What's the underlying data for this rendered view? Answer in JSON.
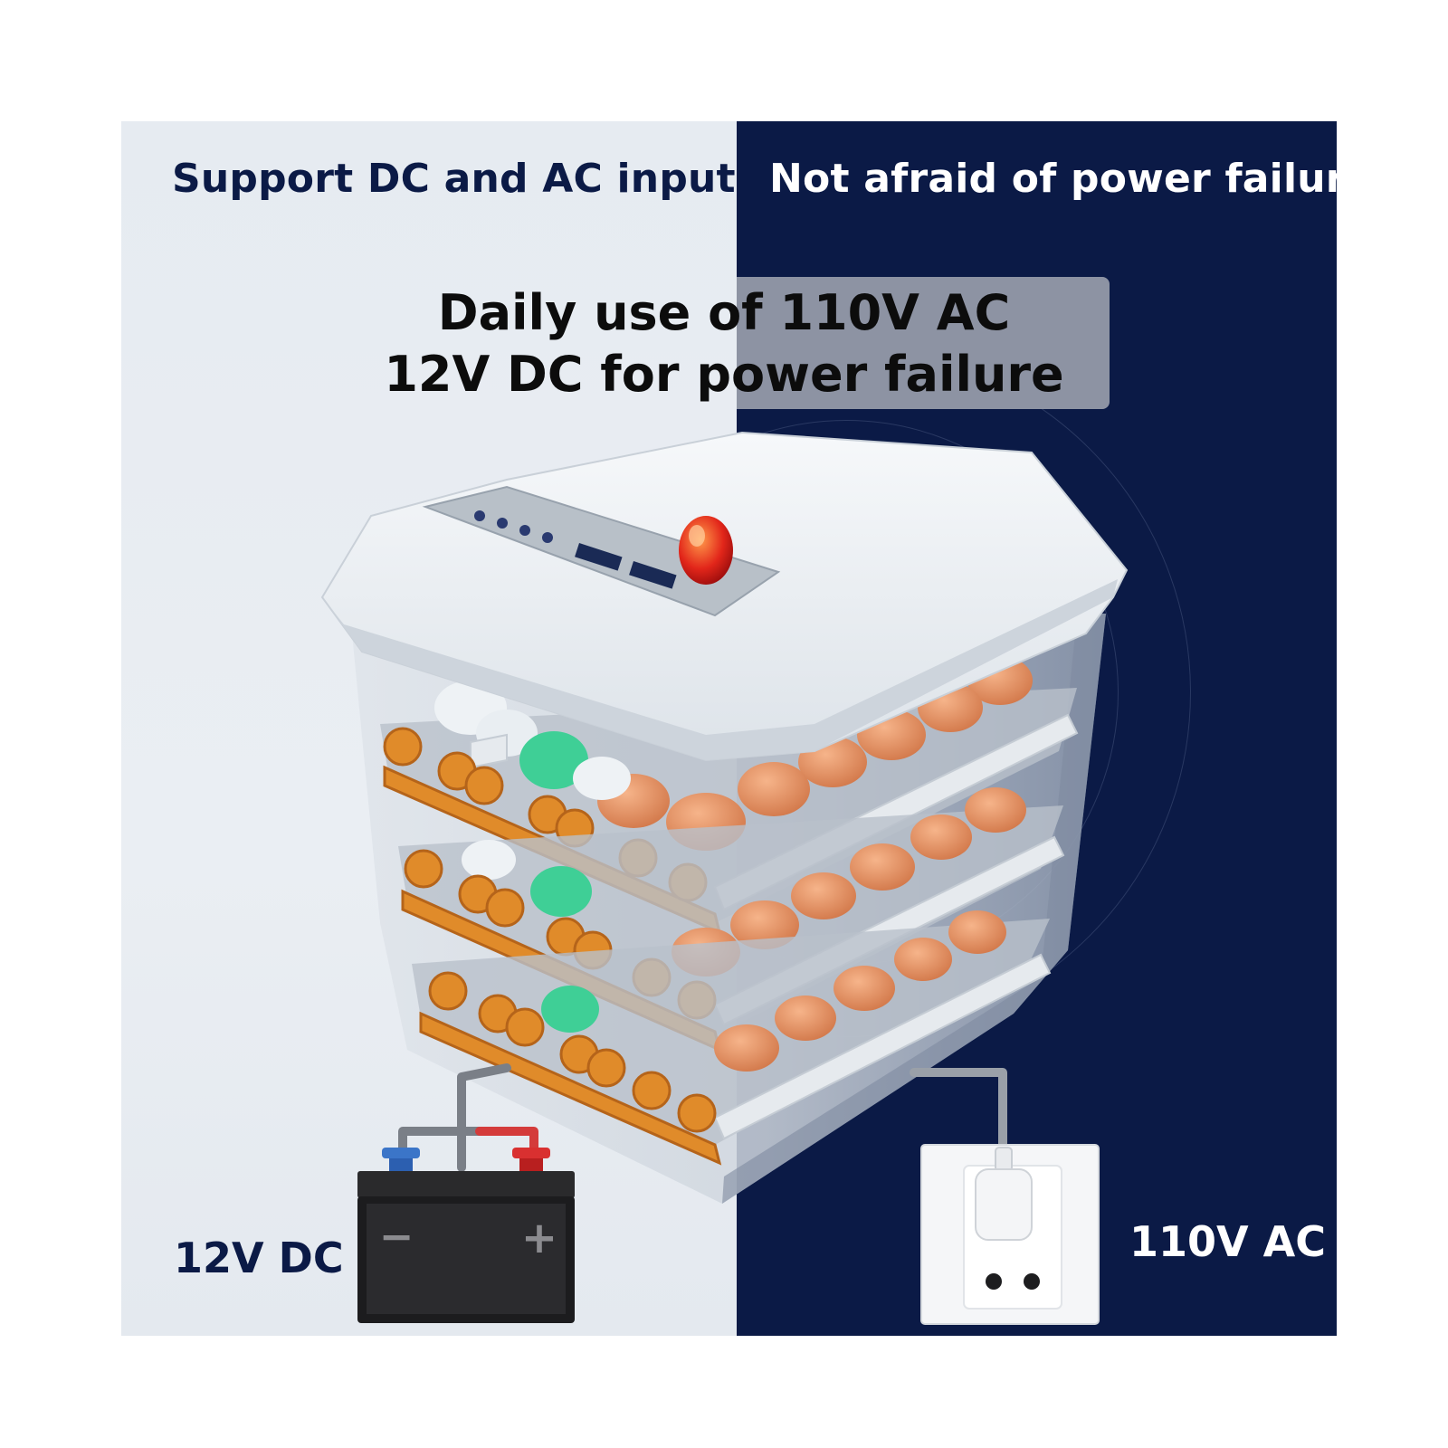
{
  "panels": {
    "left_color": "#e6ebf1",
    "right_color": "#0b1a46"
  },
  "headlines": {
    "left": "Support DC and AC input",
    "right": "Not afraid of power failure"
  },
  "callout": {
    "line1": "Daily use of 110V AC",
    "line2": "12V DC for power failure"
  },
  "labels": {
    "dc": "12V DC",
    "ac": "110V AC"
  },
  "battery": {
    "negative_symbol": "−",
    "positive_symbol": "+"
  },
  "icons": [
    "egg-incubator-illustration",
    "car-battery-icon",
    "wall-outlet-icon",
    "power-plug-icon",
    "candling-light-icon"
  ]
}
